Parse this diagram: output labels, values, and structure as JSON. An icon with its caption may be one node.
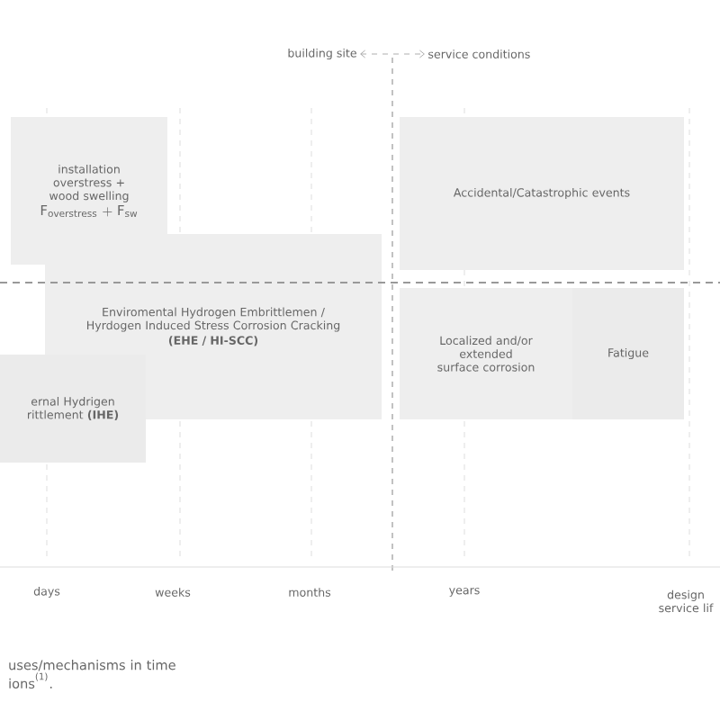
{
  "diagram": {
    "caption": "uses/mechanisms in time ions$^{(1)}$.",
    "nodes": [
      {
        "text": [
          "installation overstress + wood swelling",
          "\\mathrm{F}_{\\mathrm{overstress}} + \\mathrm{F}_{\\mathrm{sw}}"
        ]
      },
      {
        "text": [
          "Accidental/Catastrophic events"
        ]
      },
      {
        "text": [
          "Enviromental Hydrogen Embrittlemen / Hyrdogen Induced Stress Corrosion Cracking",
          "(EHE / HI-SCC)"
        ]
      },
      {
        "text": [
          "ernal Hydrigen rittlement **(IHE)**"
        ]
      },
      {
        "text": [
          "Localized and/or extended surface corrosion"
        ]
      },
      {
        "text": [
          "Fatigue"
        ]
      },
      {
        "text": [
          "building site"
        ]
      },
      {
        "text": [
          "service conditions"
        ]
      }
    ],
    "edges": [
      {
        "from": 6,
        "to": 7,
        "arrow": "both",
        "style": "dashed"
      }
    ],
    "labels": [
      "days",
      "weeks",
      "months",
      "years",
      "design service lif"
    ]
  }
}
